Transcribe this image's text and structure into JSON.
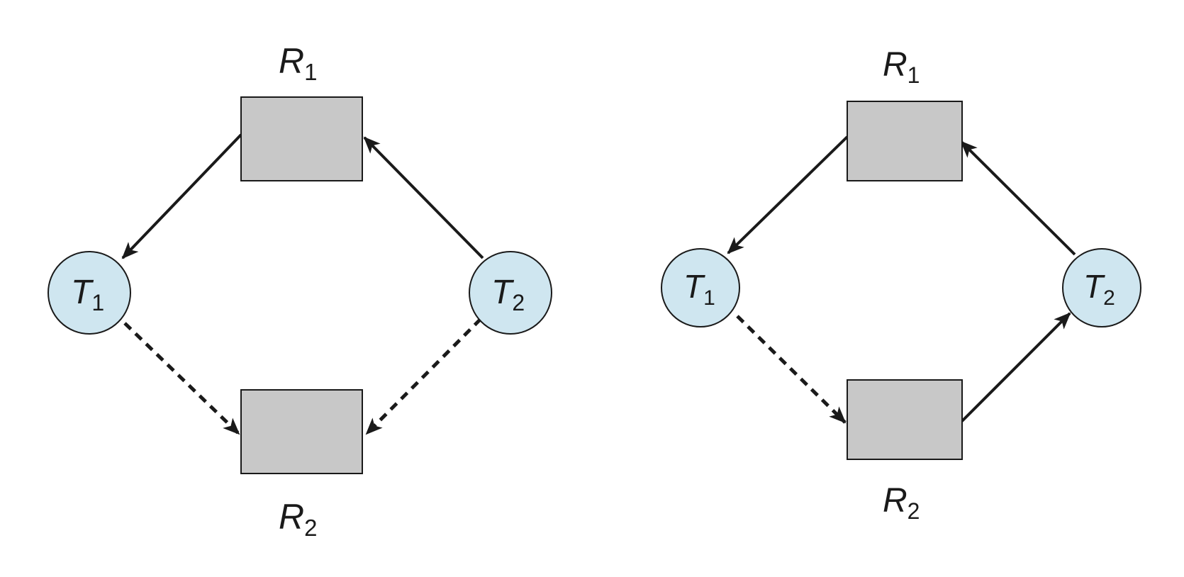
{
  "colors": {
    "resource_fill": "#c8c8c8",
    "thread_fill": "#cfe6f0",
    "stroke": "#1a1a1a",
    "background": "#ffffff"
  },
  "graphs": [
    {
      "resources": [
        {
          "letter": "R",
          "index": "1"
        },
        {
          "letter": "R",
          "index": "2"
        }
      ],
      "threads": [
        {
          "letter": "T",
          "index": "1"
        },
        {
          "letter": "T",
          "index": "2"
        }
      ],
      "edges": [
        {
          "from": "R1",
          "to": "T1",
          "style": "solid"
        },
        {
          "from": "T2",
          "to": "R1",
          "style": "dashed-no",
          "kind": "solid"
        },
        {
          "from": "T1",
          "to": "R2",
          "style": "dashed"
        },
        {
          "from": "T2",
          "to": "R2",
          "style": "dashed"
        }
      ]
    },
    {
      "resources": [
        {
          "letter": "R",
          "index": "1"
        },
        {
          "letter": "R",
          "index": "2"
        }
      ],
      "threads": [
        {
          "letter": "T",
          "index": "1"
        },
        {
          "letter": "T",
          "index": "2"
        }
      ],
      "edges": [
        {
          "from": "R1",
          "to": "T1",
          "style": "solid"
        },
        {
          "from": "T2",
          "to": "R1",
          "style": "solid"
        },
        {
          "from": "T1",
          "to": "R2",
          "style": "dashed"
        },
        {
          "from": "R2",
          "to": "T2",
          "style": "solid"
        }
      ]
    }
  ]
}
